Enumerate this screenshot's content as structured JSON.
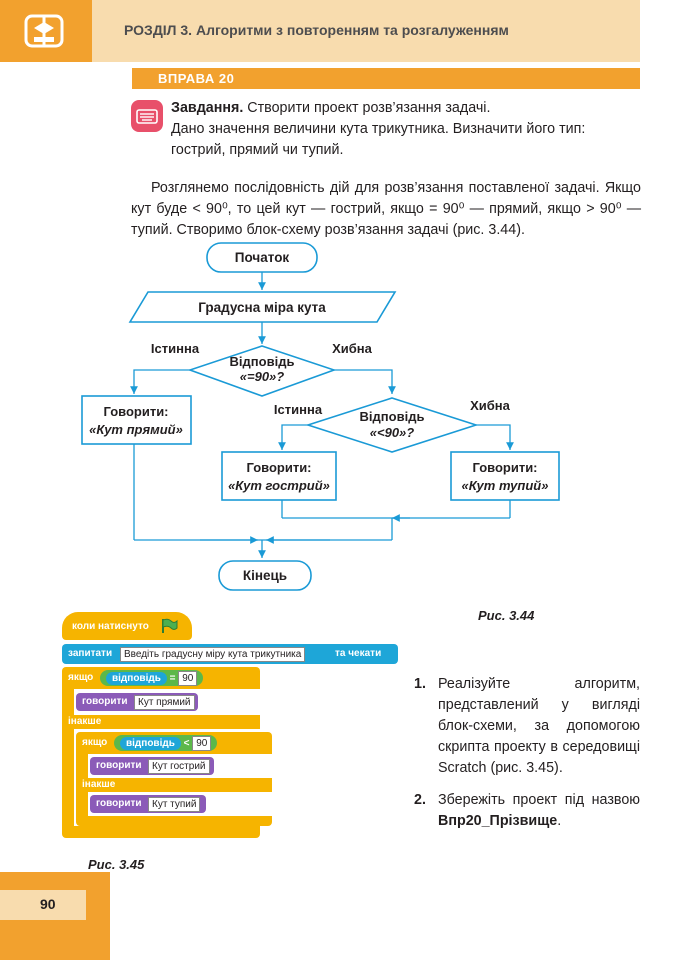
{
  "header": {
    "title": "РОЗДІЛ 3. Алгоритми з повторенням та розгалуженням"
  },
  "exercise": {
    "title": "ВПРАВА 20"
  },
  "task": {
    "label": "Завдання.",
    "text1": " Створити проект розв’язання задачі.",
    "text2": "Дано значення величини кута трикутника. Визначити його тип: гострий, прямий чи тупий."
  },
  "paragraph": "Розглянемо послідовність дій для розв’язання поставленої задачі. Якщо кут буде < 90⁰, то цей кут — гострий, якщо = 90⁰ — прямий, якщо > 90⁰ — тупий. Створимо блок-схему розв’язання задачі (рис. 3.44).",
  "flowchart": {
    "start": "Початок",
    "input": "Градусна міра кута",
    "d1_line1": "Відповідь",
    "d1_line2": "«=90»?",
    "d1_true": "Істинна",
    "d1_false": "Хибна",
    "right_line1": "Говорити:",
    "right_line2": "«Кут прямий»",
    "d2_line1": "Відповідь",
    "d2_line2": "«<90»?",
    "d2_true": "Істинна",
    "d2_false": "Хибна",
    "acute_line1": "Говорити:",
    "acute_line2": "«Кут гострий»",
    "obtuse_line1": "Говорити:",
    "obtuse_line2": "«Кут тупий»",
    "end": "Кінець",
    "caption": "Рис. 3.44"
  },
  "scratch": {
    "when_flag": "коли натиснуто",
    "ask_label": "запитати",
    "ask_text": "Введіть градусну міру кута трикутника",
    "ask_wait": "та чекати",
    "if1": "якщо",
    "answer1": "відповідь",
    "eq": "=",
    "val1": "90",
    "say1": "говорити",
    "say1_text": "Кут прямий",
    "else1": "інакше",
    "if2": "якщо",
    "answer2": "відповідь",
    "lt": "<",
    "val2": "90",
    "say2": "говорити",
    "say2_text": "Кут гострий",
    "else2": "інакше",
    "say3": "говорити",
    "say3_text": "Кут тупий",
    "caption": "Рис. 3.45"
  },
  "list": [
    {
      "num": "1.",
      "text": "Реалізуйте алгоритм, представлений у вигляді блок-схеми, за допомогою скрипта проекту в середовищі Scratch (рис. 3.45)."
    },
    {
      "num": "2.",
      "text_pre": "Збережіть проект під назвою ",
      "text_bold": "Впр20_Прізвище",
      "text_post": "."
    }
  ],
  "page_number": "90",
  "colors": {
    "orange": "#f2a12e",
    "peach": "#f8dcae",
    "blue": "#1a9ad6",
    "task_icon": "#e8506a"
  }
}
